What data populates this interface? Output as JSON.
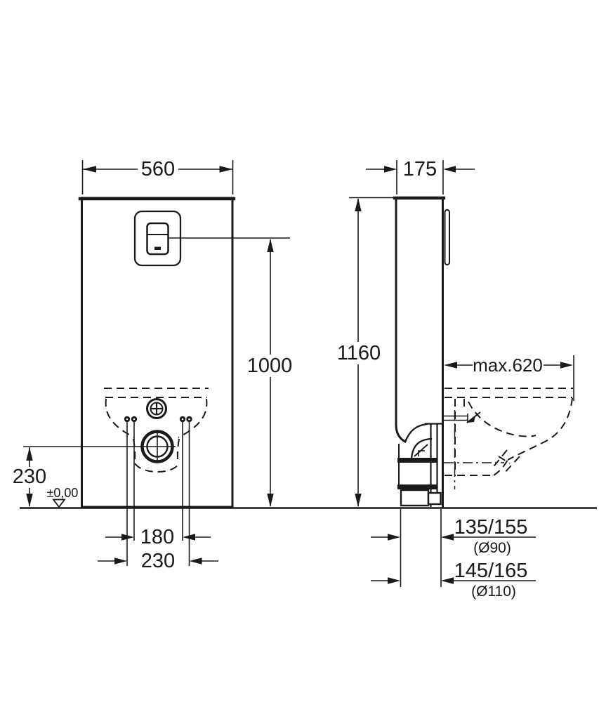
{
  "colors": {
    "background": "#ffffff",
    "line": "#1a1a1a"
  },
  "front_view": {
    "width": "560",
    "flush_plate_height": "1000",
    "total_height": "1160",
    "outlet_height": "230",
    "datum": "±0,00",
    "fixing_spacing_inner": "180",
    "fixing_spacing_outer": "230"
  },
  "side_view": {
    "depth": "175",
    "bowl_projection": "max.620",
    "outlet_offset_d90": "135/155",
    "outlet_pipe_d90": "(Ø90)",
    "outlet_offset_d110": "145/165",
    "outlet_pipe_d110": "(Ø110)"
  }
}
